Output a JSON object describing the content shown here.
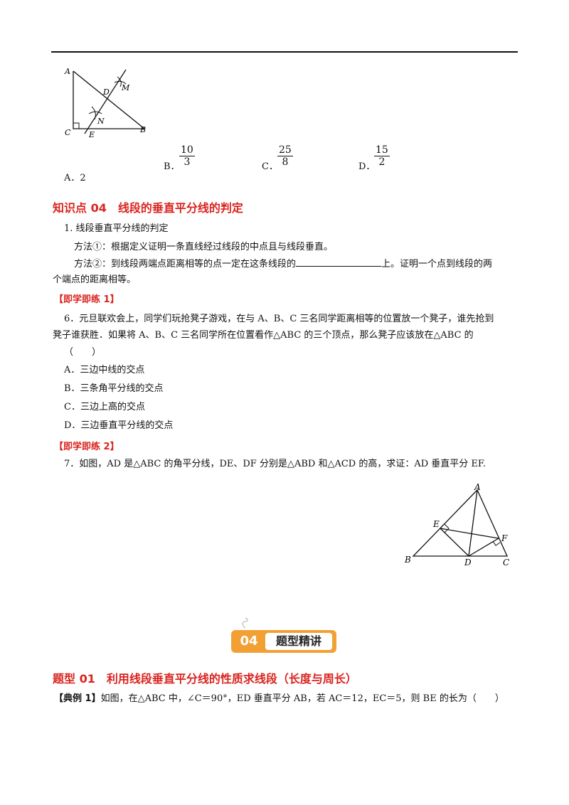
{
  "figure1": {
    "A": "A",
    "B": "B",
    "C": "C",
    "D": "D",
    "E": "E",
    "M": "M",
    "N": "N"
  },
  "q_prev_options": {
    "a": "A．2",
    "b_label": "B．",
    "b_num": "10",
    "b_den": "3",
    "c_label": "C．",
    "c_num": "25",
    "c_den": "8",
    "d_label": "D．",
    "d_num": "15",
    "d_den": "2"
  },
  "k4": {
    "title": "知识点 04　线段的垂直平分线的判定",
    "item1": "1. 线段垂直平分线的判定",
    "method1": "方法①：根据定义证明一条直线经过线段的中点且与线段垂直。",
    "method2_pre": "方法②：到线段两端点距离相等的点一定在这条线段的",
    "method2_post": "上。证明一个点到线段的两",
    "method2_line2": "个端点的距离相等。"
  },
  "practice1": {
    "tag": "【即学即练 1】",
    "q6_line1": "6．元旦联欢会上，同学们玩抢凳子游戏，在与 A、B、C 三名同学距离相等的位置放一个凳子，谁先抢到",
    "q6_line2": "凳子谁获胜．如果将 A、B、C 三名同学所在位置看作△ABC 的三个顶点，那么凳子应该放在△ABC 的",
    "q6_line3": "（　　）",
    "opt_a": "A．三边中线的交点",
    "opt_b": "B．三条角平分线的交点",
    "opt_c": "C．三边上高的交点",
    "opt_d": "D．三边垂直平分线的交点"
  },
  "practice2": {
    "tag": "【即学即练 2】",
    "q7": "7．如图，AD 是△ABC 的角平分线，DE、DF 分别是△ABD 和△ACD 的高，求证：AD 垂直平分 EF."
  },
  "figure2": {
    "A": "A",
    "B": "B",
    "C": "C",
    "D": "D",
    "E": "E",
    "F": "F"
  },
  "banner": {
    "num": "04",
    "label": "题型精讲"
  },
  "type01": {
    "title": "题型 01　利用线段垂直平分线的性质求线段（长度与周长）",
    "example_tag": "【典例 1】",
    "example_text": "如图，在△ABC 中，∠C＝90°，ED 垂直平分 AB，若 AC＝12，EC＝5，则 BE 的长为（　　）"
  }
}
